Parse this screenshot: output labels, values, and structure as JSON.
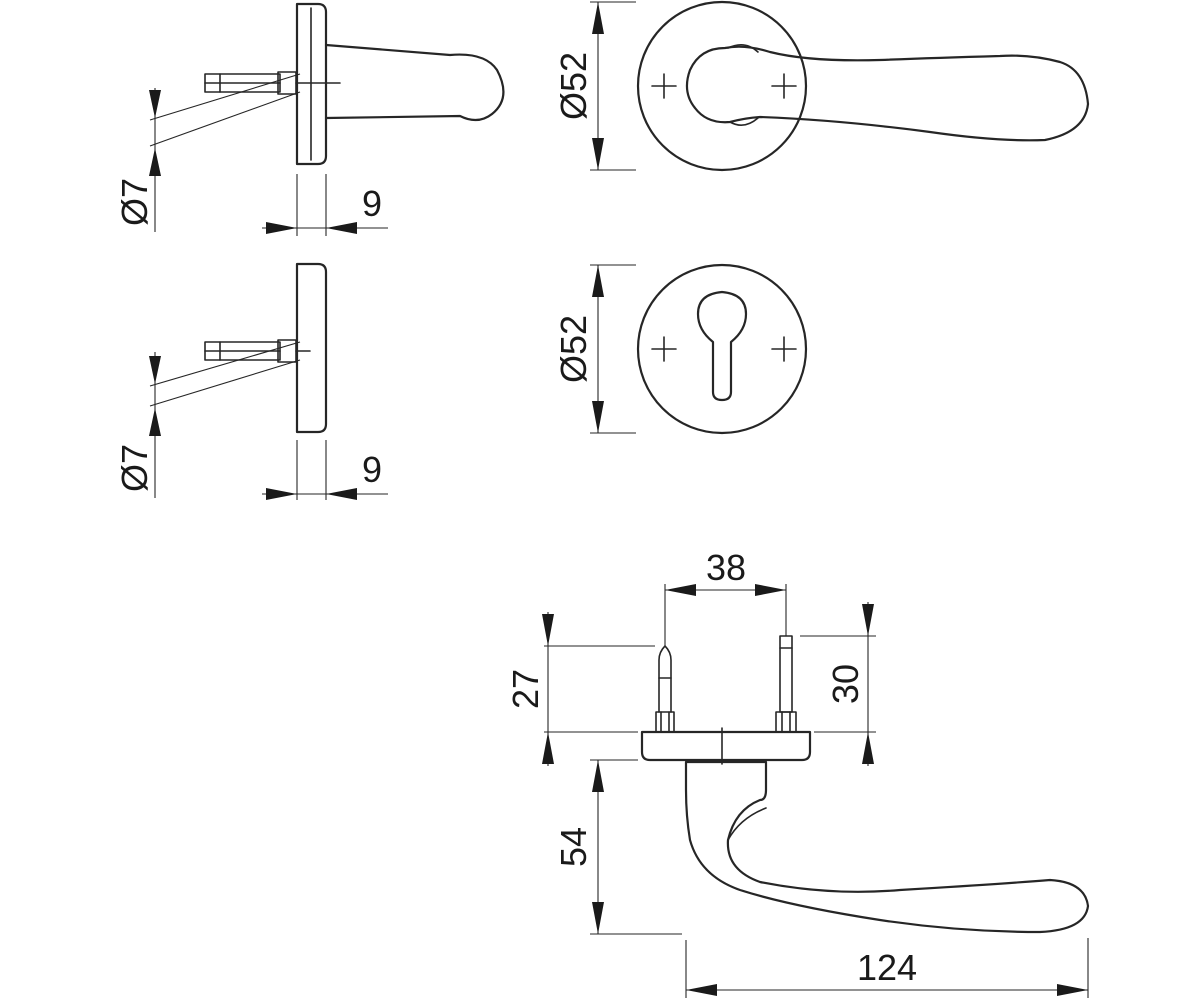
{
  "drawing": {
    "labels": {
      "dia52_top": "Ø52",
      "dia52_bottom": "Ø52",
      "dia7_top": "Ø7",
      "dia7_bottom": "Ø7",
      "thick9_top": "9",
      "thick9_bottom": "9",
      "spacing38": "38",
      "height27": "27",
      "height30": "30",
      "height54": "54",
      "length124": "124"
    },
    "colors": {
      "line": "#262626",
      "background": "#ffffff"
    }
  }
}
